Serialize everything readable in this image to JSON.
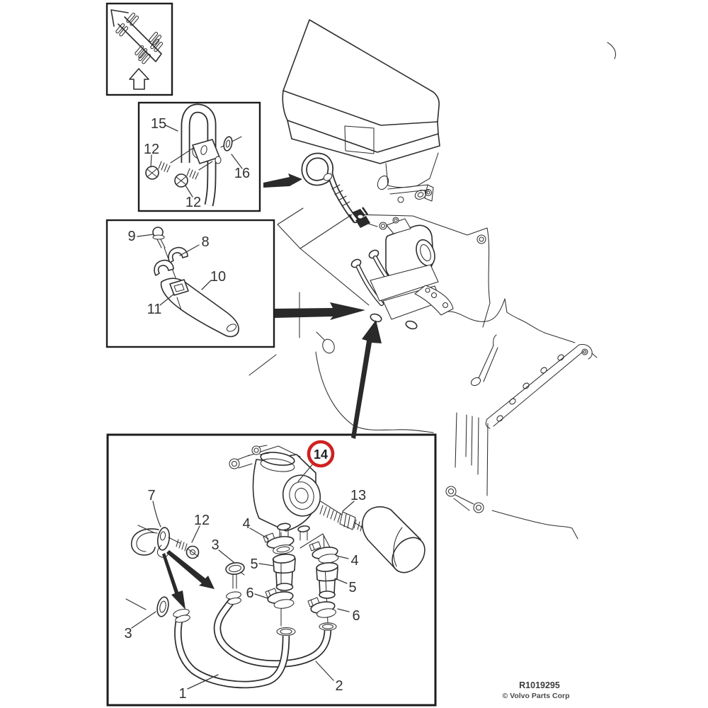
{
  "page": {
    "background": "#ffffff",
    "line_color": "#2e2e2e",
    "accent_red": "#d02020"
  },
  "footer": {
    "ref_code": "R1019295",
    "copyright": "© Volvo Parts Corp"
  },
  "insets": {
    "direction_indicator": {
      "icons": [
        "diagonal-direction-arrow",
        "clamp-fastener-symbols",
        "up-arrow"
      ]
    },
    "breather_pipe": {
      "callouts": [
        "15",
        "12",
        "16",
        "12"
      ]
    },
    "bracket": {
      "callouts": [
        "9",
        "8",
        "10",
        "11"
      ]
    },
    "oil_lines_kit": {
      "callouts": [
        "7",
        "12",
        "4",
        "3",
        "5",
        "6",
        "3",
        "1",
        "2",
        "13",
        "4",
        "5",
        "6"
      ],
      "highlighted_callout": "14"
    }
  }
}
